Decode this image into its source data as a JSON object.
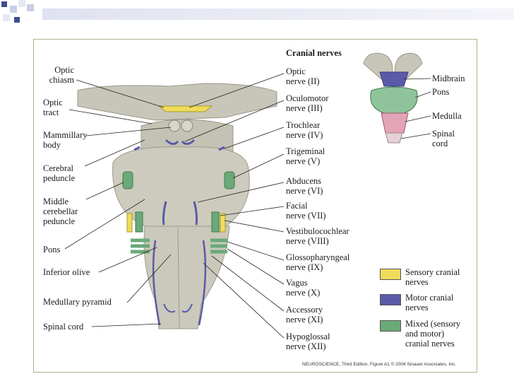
{
  "colors": {
    "sensory": "#f0dc5a",
    "motor": "#5a5aa8",
    "mixed": "#6aaa78",
    "brain": "#cfcdc0"
  },
  "title": "Cranial nerves",
  "left_labels": [
    "Optic\nchiasm",
    "Optic\ntract",
    "Mammillary\nbody",
    "Cerebral\npeduncle",
    "Middle\ncerebellar\npeduncle",
    "Pons",
    "Inferior olive",
    "Medullary pyramid",
    "Spinal cord"
  ],
  "right_labels": [
    "Optic\nnerve (II)",
    "Oculomotor\nnerve (III)",
    "Trochlear\nnerve (IV)",
    "Trigeminal\nnerve (V)",
    "Abducens\nnerve (VI)",
    "Facial\nnerve (VII)",
    "Vestibulocochlear\nnerve (VIII)",
    "Glossopharyngeal\nnerve (IX)",
    "Vagus\nnerve (X)",
    "Accessory\nnerve  (XI)",
    "Hypoglossal\nnerve (XII)"
  ],
  "inset_labels": [
    "Midbrain",
    "Pons",
    "Medulla",
    "Spinal\ncord"
  ],
  "legend": [
    {
      "label": "Sensory cranial\nnerves",
      "color": "#f0dc5a"
    },
    {
      "label": "Motor cranial\nnerves",
      "color": "#5a5aa8"
    },
    {
      "label": "Mixed (sensory\nand motor)\ncranial nerves",
      "color": "#6aaa78"
    }
  ],
  "credit": "NEUROSCIENCE, Third Edition, Figure A1  © 2004 Sinauer Associates, Inc."
}
